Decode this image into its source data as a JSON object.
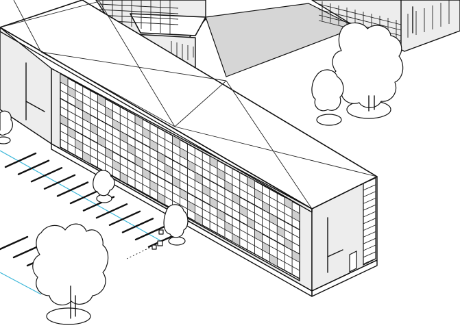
{
  "scene": {
    "view": "isometric-line-drawing",
    "colors": {
      "background": "#ffffff",
      "line": "#111111",
      "wall_fill": "#ededed",
      "shade_fill": "#d6d6d6",
      "parking_edge": "#39b6d8"
    },
    "facade_grid": {
      "rows": 9,
      "columns": 32
    },
    "parking_stalls": 12
  }
}
